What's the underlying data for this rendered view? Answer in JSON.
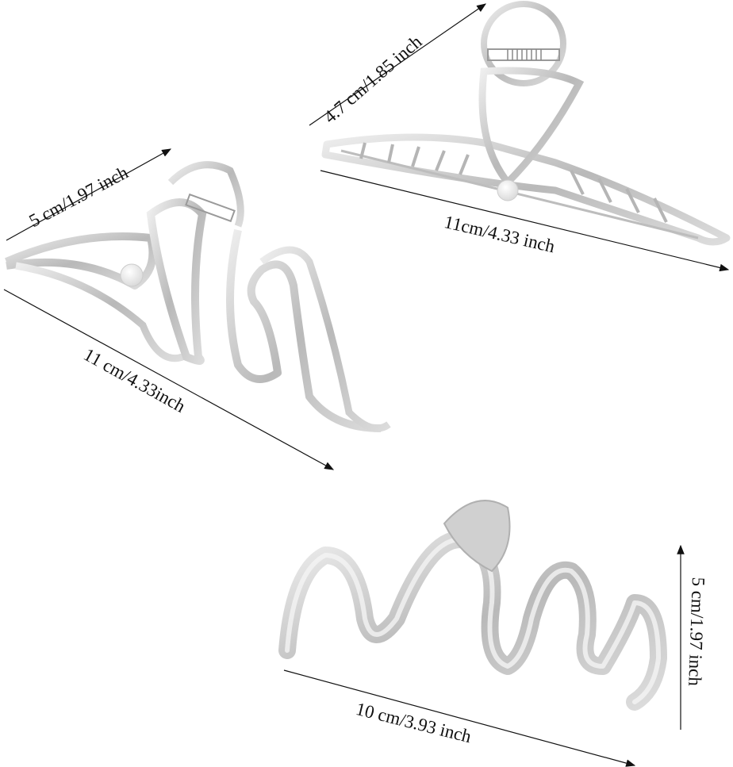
{
  "image": {
    "description": "Product dimension image of three silver metal hair claw clips on white background",
    "background": "#ffffff",
    "metal_color": "#c9c9c9",
    "line_color": "#111111"
  },
  "products": [
    {
      "name": "Butterfly claw clip with pearl",
      "position": "top-right",
      "dimensions": {
        "height_label": "4.7 cm/1.85 inch",
        "width_label": "11cm/4.33 inch"
      },
      "has_pearl": true
    },
    {
      "name": "Swirl claw clip with pearl",
      "position": "middle-left",
      "dimensions": {
        "height_label": "5 cm/1.97 inch",
        "width_label": "11 cm/4.33inch"
      },
      "has_pearl": true
    },
    {
      "name": "Wave claw clip",
      "position": "bottom-right",
      "dimensions": {
        "height_label": "5 cm/1.97 inch",
        "width_label": "10 cm/3.93 inch"
      },
      "has_pearl": false
    }
  ]
}
